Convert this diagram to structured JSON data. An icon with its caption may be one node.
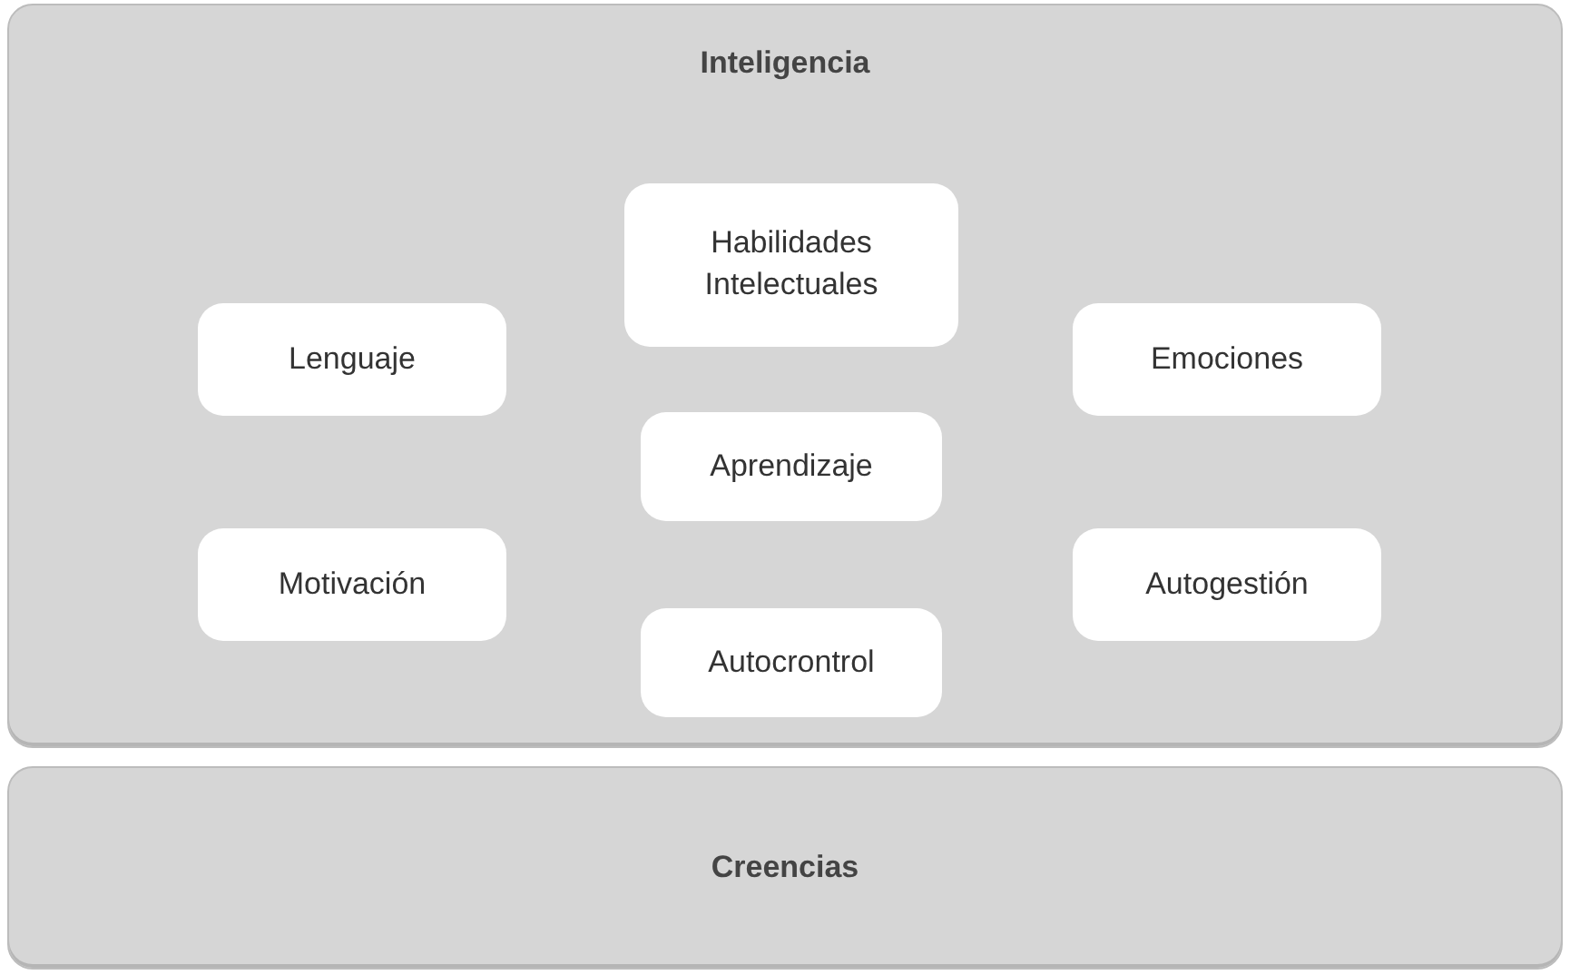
{
  "diagram": {
    "nodes": [
      {
        "text": [
          "Inteligencia"
        ]
      },
      {
        "text": [
          "Habilidades Intelectuales"
        ],
        "in": 0
      },
      {
        "text": [
          "Lenguaje"
        ],
        "in": 0
      },
      {
        "text": [
          "Emociones"
        ],
        "in": 0
      },
      {
        "text": [
          "Aprendizaje"
        ],
        "in": 0
      },
      {
        "text": [
          "Motivación"
        ],
        "in": 0
      },
      {
        "text": [
          "Autogestión"
        ],
        "in": 0
      },
      {
        "text": [
          "Autocrontrol"
        ],
        "in": 0
      },
      {
        "text": [
          "Creencias"
        ]
      }
    ]
  }
}
